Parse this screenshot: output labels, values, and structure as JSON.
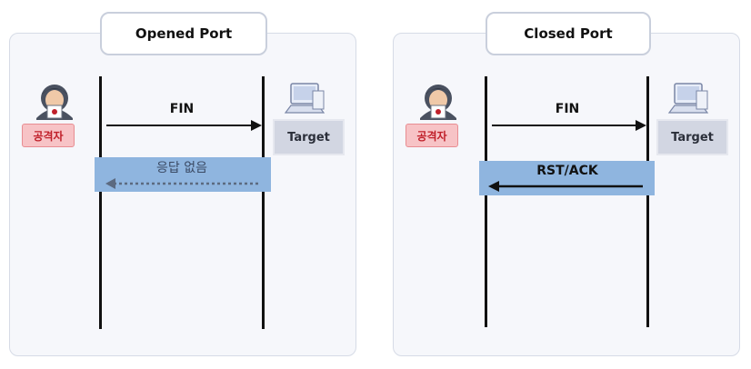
{
  "panels": [
    {
      "title": "Opened Port",
      "attacker_label": "공격자",
      "target_label": "Target",
      "request_label": "FIN",
      "response_label": "응답 없음"
    },
    {
      "title": "Closed Port",
      "attacker_label": "공격자",
      "target_label": "Target",
      "request_label": "FIN",
      "response_label": "RST/ACK"
    }
  ],
  "colors": {
    "panel_bg": "#f6f7fb",
    "band": "#8fb5df",
    "attacker_badge": "#f7c3c6",
    "target_badge": "#d2d6e2"
  },
  "icons": [
    "hacker-icon",
    "computer-icon"
  ]
}
